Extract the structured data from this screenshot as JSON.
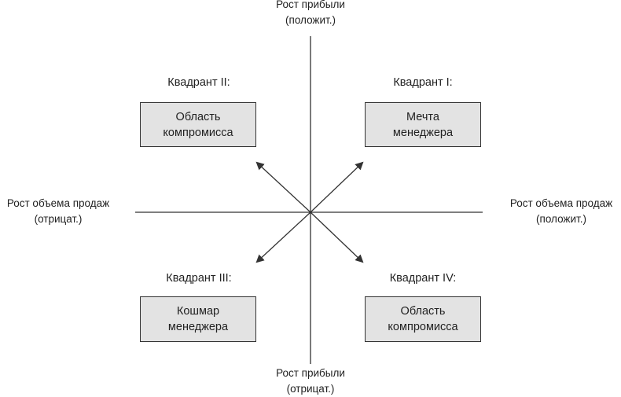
{
  "axes": {
    "top": {
      "line1": "Рост прибыли",
      "line2": "(положит.)"
    },
    "bottom": {
      "line1": "Рост прибыли",
      "line2": "(отрицат.)"
    },
    "left": {
      "line1": "Рост объема продаж",
      "line2": "(отрицат.)"
    },
    "right": {
      "line1": "Рост объема продаж",
      "line2": "(положит.)"
    }
  },
  "quadrants": {
    "q1": {
      "title": "Квадрант I:",
      "line1": "Мечта",
      "line2": "менеджера"
    },
    "q2": {
      "title": "Квадрант II:",
      "line1": "Область",
      "line2": "компромисса"
    },
    "q3": {
      "title": "Квадрант III:",
      "line1": "Кошмар",
      "line2": "менеджера"
    },
    "q4": {
      "title": "Квадрант IV:",
      "line1": "Область",
      "line2": "компромисса"
    }
  },
  "colors": {
    "box_fill": "#e3e3e3",
    "line": "#333333"
  }
}
